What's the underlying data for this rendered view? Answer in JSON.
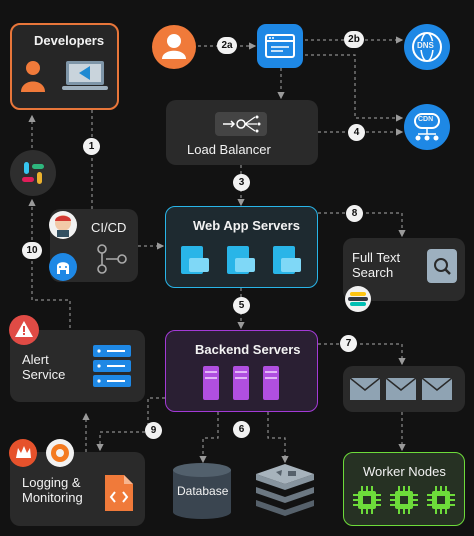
{
  "nodes": {
    "developers": "Developers",
    "load_balancer": "Load Balancer",
    "cicd": "CI/CD",
    "web_app_servers": "Web App Servers",
    "full_text_search": [
      "Full Text",
      "Search"
    ],
    "alert_service": [
      "Alert",
      "Service"
    ],
    "backend_servers": "Backend Servers",
    "logging_monitoring": [
      "Logging &",
      "Monitoring"
    ],
    "database": "Database",
    "worker_nodes": "Worker Nodes"
  },
  "icons": {
    "dns_text": "DNS",
    "cdn_text": "CDN"
  },
  "steps": [
    "1",
    "2a",
    "2b",
    "3",
    "4",
    "5",
    "6",
    "7",
    "8",
    "9",
    "10"
  ],
  "colors": {
    "developers_border": "#e8763a",
    "web_app_border": "#29b5e8",
    "backend_border": "#a33ad6",
    "worker_border": "#6ddb3a",
    "blue_icon": "#1e88e5",
    "cyan_server": "#29b5e8",
    "purple_server": "#b04fe0"
  }
}
